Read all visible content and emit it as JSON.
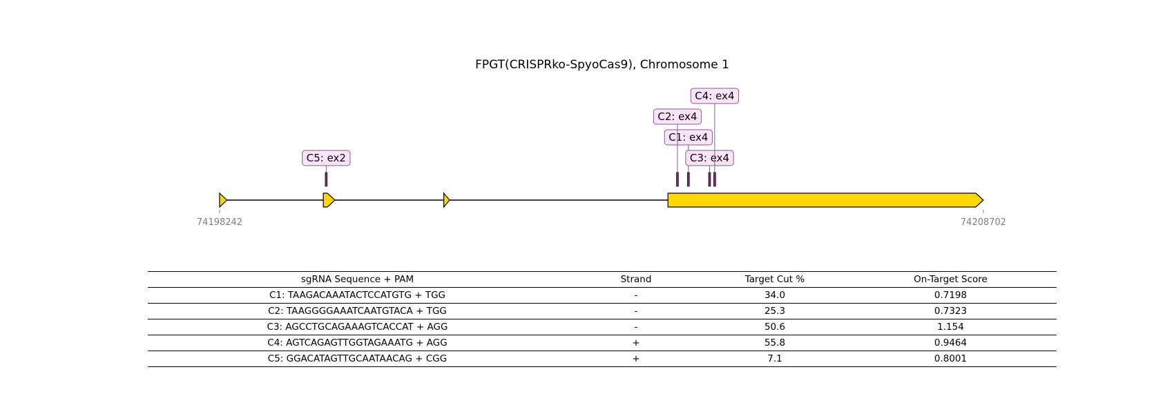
{
  "title": "FPGT(CRISPRko-SpyoCas9), Chromosome 1",
  "region": {
    "start": 74198242,
    "end": 74208702,
    "start_label": "74198242",
    "end_label": "74208702"
  },
  "colors": {
    "exon_fill": "#FFD700",
    "label_fill": "#FCE4FC",
    "label_stroke": "#8B5A8B",
    "cut_mark": "#7A2A6A",
    "coord_text": "#808080"
  },
  "exons": [
    {
      "start": 74198242,
      "end": 74198342
    },
    {
      "start": 74199662,
      "end": 74199822
    },
    {
      "start": 74201312,
      "end": 74201392
    },
    {
      "start": 74204382,
      "end": 74208702
    }
  ],
  "guides": [
    {
      "label": "C1: ex4",
      "position": 74204662,
      "tier": 2
    },
    {
      "label": "C2: ex4",
      "position": 74204512,
      "tier": 3
    },
    {
      "label": "C3: ex4",
      "position": 74204952,
      "tier": 1
    },
    {
      "label": "C4: ex4",
      "position": 74205022,
      "tier": 4
    },
    {
      "label": "C5: ex2",
      "position": 74199702,
      "tier": 1
    }
  ],
  "table": {
    "headers": [
      "sgRNA Sequence + PAM",
      "Strand",
      "Target Cut %",
      "On-Target Score"
    ],
    "rows": [
      [
        "C1: TAAGACAAATACTCCATGTG + TGG",
        "-",
        "34.0",
        "0.7198"
      ],
      [
        "C2: TAAGGGGAAATCAATGTACA + TGG",
        "-",
        "25.3",
        "0.7323"
      ],
      [
        "C3: AGCCTGCAGAAAGTCACCAT + AGG",
        "-",
        "50.6",
        "1.154"
      ],
      [
        "C4: AGTCAGAGTTGGTAGAAATG + AGG",
        "+",
        "55.8",
        "0.9464"
      ],
      [
        "C5: GGACATAGTTGCAATAACAG + CGG",
        "+",
        "7.1",
        "0.8001"
      ]
    ]
  }
}
